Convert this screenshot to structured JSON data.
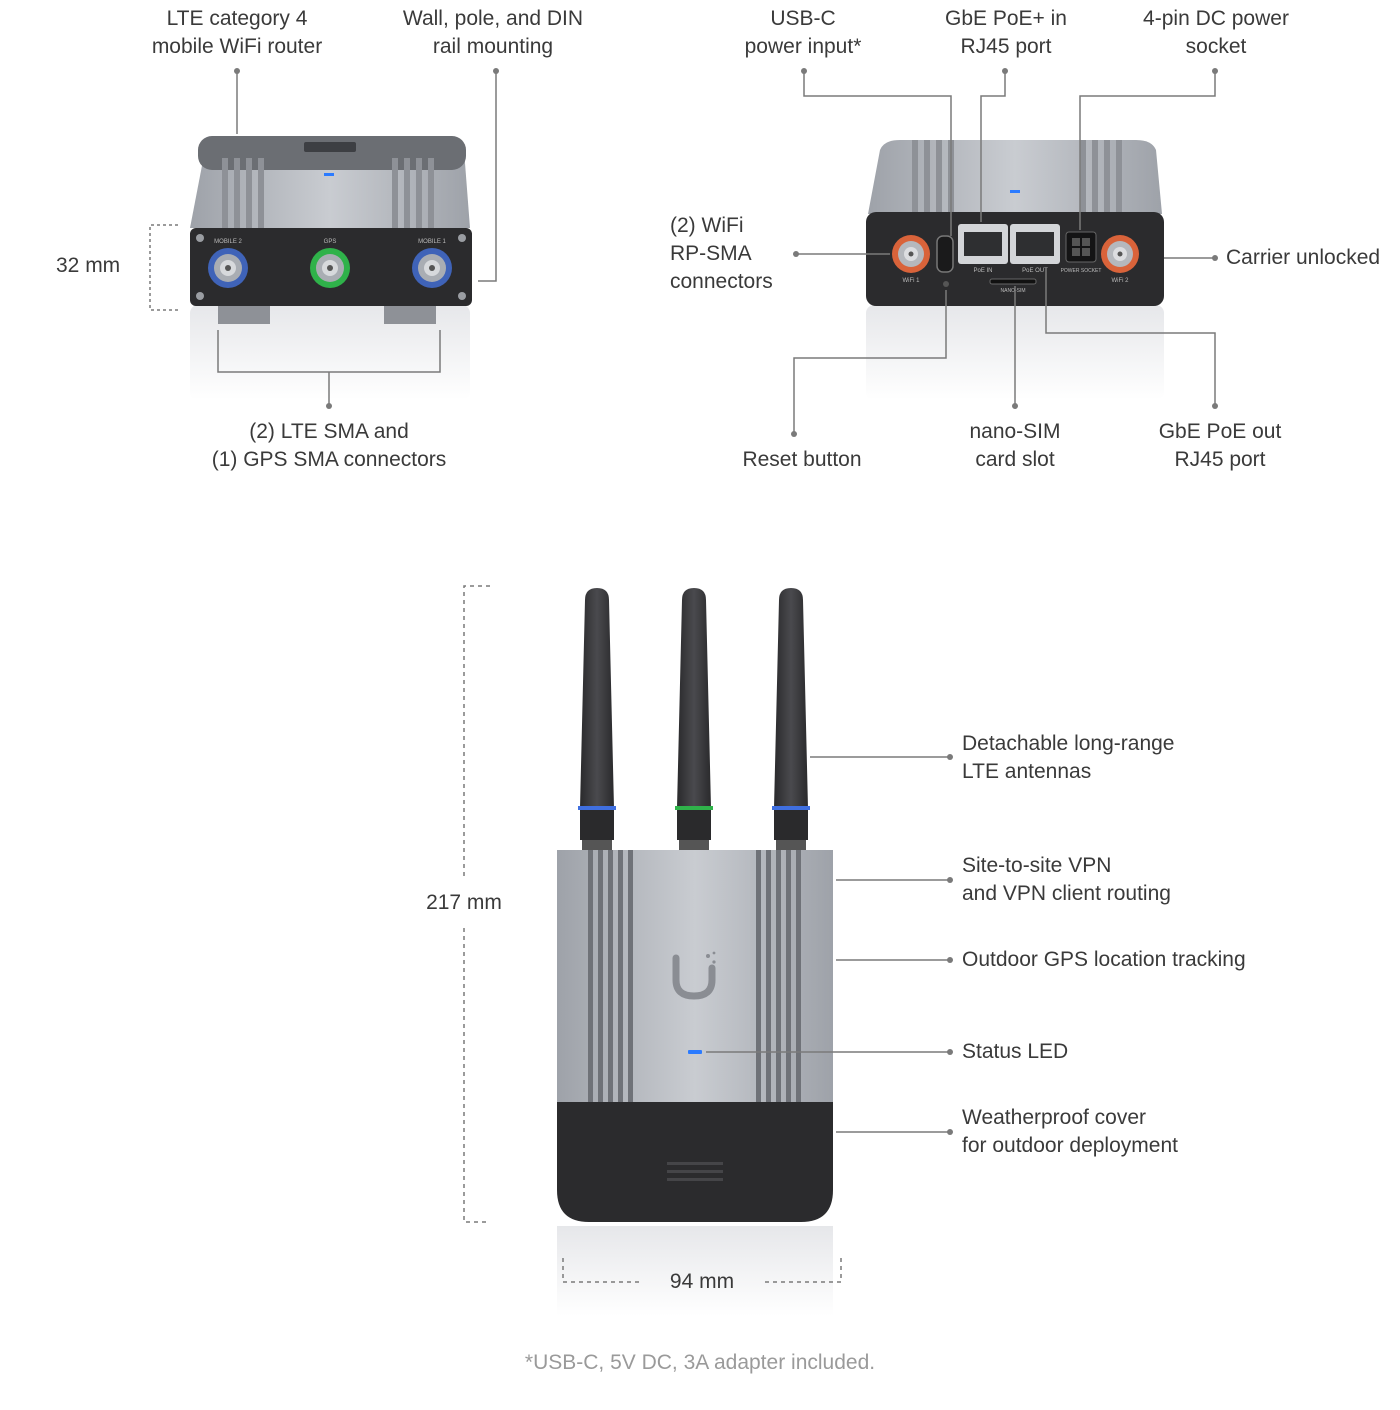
{
  "top_left_view": {
    "label_lte_router": [
      "LTE category 4",
      "mobile WiFi router"
    ],
    "label_mounting": [
      "Wall, pole, and DIN",
      "rail mounting"
    ],
    "label_height": "32 mm",
    "label_sma": [
      "(2) LTE SMA and",
      "(1) GPS SMA connectors"
    ],
    "port_labels": [
      "MOBILE 2",
      "GPS",
      "MOBILE 1"
    ]
  },
  "top_right_view": {
    "label_usbc": [
      "USB-C",
      "power input*"
    ],
    "label_poe_in": [
      "GbE PoE+ in",
      "RJ45 port"
    ],
    "label_dc": [
      "4-pin DC power",
      "socket"
    ],
    "label_wifi": [
      "(2) WiFi",
      "RP-SMA",
      "connectors"
    ],
    "label_carrier": "Carrier unlocked",
    "label_reset": "Reset button",
    "label_sim": [
      "nano-SIM",
      "card slot"
    ],
    "label_poe_out": [
      "GbE PoE out",
      "RJ45 port"
    ],
    "port_labels": [
      "WiFi 1",
      "PoE IN",
      "PoE OUT",
      "POWER SOCKET",
      "WiFi 2",
      "NANO-SIM"
    ]
  },
  "front_view": {
    "label_height": "217 mm",
    "label_width": "94 mm",
    "callouts": [
      [
        "Detachable long-range",
        "LTE antennas"
      ],
      [
        "Site-to-site VPN",
        "and VPN client routing"
      ],
      [
        "Outdoor GPS location tracking"
      ],
      [
        "Status LED"
      ],
      [
        "Weatherproof cover",
        "for outdoor deployment"
      ]
    ]
  },
  "footnote": "*USB-C, 5V DC, 3A adapter included.",
  "colors": {
    "text": "#3a3a3a",
    "line": "#7a7a7a",
    "footnote": "#9a9a9a",
    "body_silver": "#b9bcc2",
    "body_dark": "#2b2b2d",
    "accent_blue": "#2f6fe0",
    "accent_green": "#2fb24a",
    "accent_orange": "#d9633a",
    "led_blue": "#2b7bff"
  }
}
